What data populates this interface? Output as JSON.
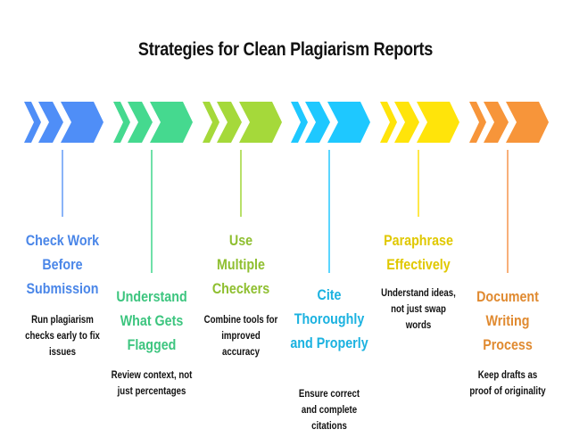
{
  "title": "Strategies for Clean Plagiarism Reports",
  "steps": [
    {
      "heading": "Check Work Before Submission",
      "description": "Run plagiarism checks early to fix issues",
      "color": "#4f8ef7",
      "line_color": "#8ab4f8",
      "position": "upper",
      "icon": "chevron-arrows-icon"
    },
    {
      "heading": "Understand What Gets Flagged",
      "description": "Review context, not just percentages",
      "color": "#45d98f",
      "line_color": "#6fe0a8",
      "position": "lower",
      "icon": "chevron-arrows-icon"
    },
    {
      "heading": "Use Multiple Checkers",
      "description": "Combine tools for improved accuracy",
      "color": "#a5d93a",
      "line_color": "#b8e06a",
      "position": "upper",
      "icon": "chevron-arrows-icon"
    },
    {
      "heading": "Cite Thoroughly and Properly",
      "description": "Ensure correct and complete citations",
      "color": "#1ec8ff",
      "line_color": "#5bd6ff",
      "position": "lower",
      "icon": "chevron-arrows-icon"
    },
    {
      "heading": "Paraphrase Effectively",
      "description": "Understand ideas, not just swap words",
      "color": "#ffe40a",
      "line_color": "#ffe84a",
      "position": "upper",
      "icon": "chevron-arrows-icon"
    },
    {
      "heading": "Document Writing Process",
      "description": "Keep drafts as proof of originality",
      "color": "#f7953a",
      "line_color": "#f8b07a",
      "position": "lower",
      "icon": "chevron-arrows-icon"
    }
  ],
  "heading_colors": [
    "#4a86e8",
    "#3dc57f",
    "#8fbf30",
    "#1bb2e0",
    "#e0c800",
    "#e08a30"
  ]
}
